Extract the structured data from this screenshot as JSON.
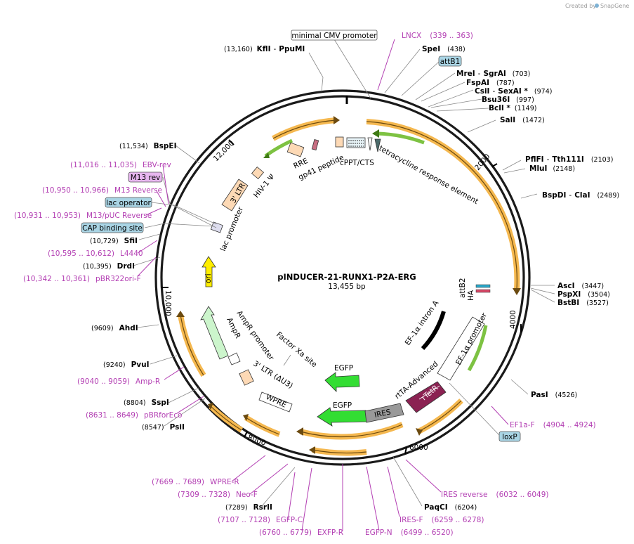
{
  "credit": {
    "prefix": "Created by",
    "brand": "SnapGene"
  },
  "plasmid": {
    "name": "pINDUCER-21-RUNX1-P2A-ERG",
    "length": "13,455 bp"
  },
  "ticks": [
    "2000",
    "4000",
    "6000",
    "8000",
    "10,000",
    "12,000"
  ],
  "boxed_labels": {
    "cmv": "minimal CMV promoter",
    "attB1": "attB1",
    "m13rev": "M13 rev",
    "lacop": "lac operator",
    "cap": "CAP binding site",
    "loxP": "loxP"
  },
  "sites": {
    "kfli": {
      "name": "KflI",
      "extra": "PpuMI",
      "pos": "(13,160)"
    },
    "spei": {
      "name": "SpeI",
      "pos": "(438)"
    },
    "mrei": {
      "name": "MreI",
      "extra": "SgrAI",
      "pos": "(703)"
    },
    "fspai": {
      "name": "FspAI",
      "pos": "(787)"
    },
    "csii": {
      "name": "CsiI",
      "extra": "SexAI *",
      "pos": "(974)"
    },
    "bsu36i": {
      "name": "Bsu36I",
      "pos": "(997)"
    },
    "bcli": {
      "name": "BclI *",
      "pos": "(1149)"
    },
    "sali": {
      "name": "SalI",
      "pos": "(1472)"
    },
    "pflfi": {
      "name": "PflFI",
      "extra": "Tth111I",
      "pos": "(2103)"
    },
    "mlui": {
      "name": "MluI",
      "pos": "(2148)"
    },
    "bspdi": {
      "name": "BspDI",
      "extra": "ClaI",
      "pos": "(2489)"
    },
    "asci": {
      "name": "AscI",
      "pos": "(3447)"
    },
    "pspxi": {
      "name": "PspXI",
      "pos": "(3504)"
    },
    "bstbi": {
      "name": "BstBI",
      "pos": "(3527)"
    },
    "pasi": {
      "name": "PasI",
      "pos": "(4526)"
    },
    "paqci": {
      "name": "PaqCI",
      "pos": "(6204)"
    },
    "rsrii": {
      "name": "RsrII",
      "pos": "(7289)"
    },
    "psii": {
      "name": "PsiI",
      "pos": "(8547)"
    },
    "sspi": {
      "name": "SspI",
      "pos": "(8804)"
    },
    "pvui": {
      "name": "PvuI",
      "pos": "(9240)"
    },
    "ahdi": {
      "name": "AhdI",
      "pos": "(9609)"
    },
    "drdi": {
      "name": "DrdI",
      "pos": "(10,395)"
    },
    "sfii": {
      "name": "SfiI",
      "pos": "(10,729)"
    },
    "bspei": {
      "name": "BspEI",
      "pos": "(11,534)"
    }
  },
  "primers": {
    "lncx": {
      "name": "LNCX",
      "pos": "(339 .. 363)"
    },
    "ebvrev": {
      "name": "EBV-rev",
      "pos": "(11,016 .. 11,035)"
    },
    "m13reverse": {
      "name": "M13 Reverse",
      "pos": "(10,950 .. 10,966)"
    },
    "m13puc": {
      "name": "M13/pUC Reverse",
      "pos": "(10,931 .. 10,953)"
    },
    "l4440": {
      "name": "L4440",
      "pos": "(10,595 .. 10,612)"
    },
    "pbr322": {
      "name": "pBR322ori-F",
      "pos": "(10,342 .. 10,361)"
    },
    "ampr": {
      "name": "Amp-R",
      "pos": "(9040 .. 9059)"
    },
    "pbrforeco": {
      "name": "pBRforEco",
      "pos": "(8631 .. 8649)"
    },
    "wpre": {
      "name": "WPRE-R",
      "pos": "(7669 .. 7689)"
    },
    "neof": {
      "name": "Neo-F",
      "pos": "(7309 .. 7328)"
    },
    "egfpc": {
      "name": "EGFP-C",
      "pos": "(7107 .. 7128)"
    },
    "exfpr": {
      "name": "EXFP-R",
      "pos": "(6760 .. 6779)"
    },
    "egfpn": {
      "name": "EGFP-N",
      "pos": "(6499 .. 6520)"
    },
    "iresf": {
      "name": "IRES-F",
      "pos": "(6259 .. 6278)"
    },
    "iresrev": {
      "name": "IRES reverse",
      "pos": "(6032 .. 6049)"
    },
    "ef1af": {
      "name": "EF1a-F",
      "pos": "(4904 .. 4924)"
    }
  },
  "features": {
    "tre": "tetracycline response element",
    "cppt": "cPPT/CTS",
    "rre": "RRE",
    "gp41": "gp41 peptide",
    "hiv": "HIV-1 Ψ",
    "ltr3": "3' LTR",
    "lac": "lac promoter",
    "ori": "ori",
    "ampr": "AmpR",
    "amprprom": "AmpR promoter",
    "factorxa": "Factor Xa site",
    "ltr3d": "3' LTR (ΔU3)",
    "wpre": "WPRE",
    "egfp1": "EGFP",
    "egfp2": "EGFP",
    "ires": "IRES",
    "rtta": "rtTA-Advanced",
    "tetr": "rTetR",
    "ef1prom": "EF-1α promoter",
    "ef1intron": "EF-1α intron A",
    "attb2": "attB2",
    "ha": "HA"
  },
  "colors": {
    "primer": "#b33fb3",
    "orf": "#f0a830",
    "egfp": "#33dd33",
    "rtetr": "#8b2252",
    "ori": "#ffee00",
    "ampr": "#ccf5cc",
    "ltr": "#fdd9b5",
    "ires": "#999999"
  }
}
